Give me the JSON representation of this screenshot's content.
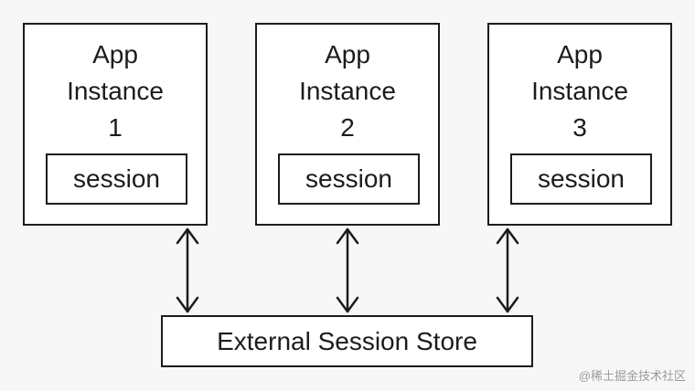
{
  "instances": [
    {
      "line1": "App",
      "line2": "Instance",
      "number": "1",
      "session_label": "session"
    },
    {
      "line1": "App",
      "line2": "Instance",
      "number": "2",
      "session_label": "session"
    },
    {
      "line1": "App",
      "line2": "Instance",
      "number": "3",
      "session_label": "session"
    }
  ],
  "store": {
    "label": "External Session Store"
  },
  "watermark": "@稀土掘金技术社区",
  "colors": {
    "line": "#1c1c1c",
    "background": "#f7f7f7",
    "watermark": "#9b9b9b"
  }
}
